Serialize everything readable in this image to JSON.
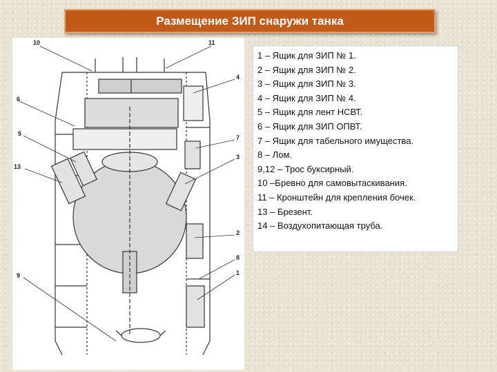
{
  "slide": {
    "title": "Размещение ЗИП снаружи танка"
  },
  "callouts": {
    "c10": "10",
    "c11": "11",
    "c4": "4",
    "c6": "6",
    "c5": "5",
    "c7": "7",
    "c3": "3",
    "c13": "13",
    "c2": "2",
    "c8": "8",
    "c1": "1",
    "c9": "9"
  },
  "legend": {
    "items": [
      "1 – Ящик для ЗИП № 1.",
      "2 – Ящик для ЗИП № 2.",
      "3 – Ящик для ЗИП № 3.",
      "4 – Ящик для ЗИП № 4.",
      "5 – Ящик для лент НСВТ.",
      "6 – Ящик для ЗИП ОПВТ.",
      "7 – Ящик для табельного имущества.",
      "8 – Лом.",
      "9,12 – Трос буксирный.",
      "10 –Бревно для самовытаскивания.",
      "11 – Кронштейн для крепления бочек.",
      "13 – Брезент.",
      "14 – Воздухопитающая труба."
    ]
  }
}
